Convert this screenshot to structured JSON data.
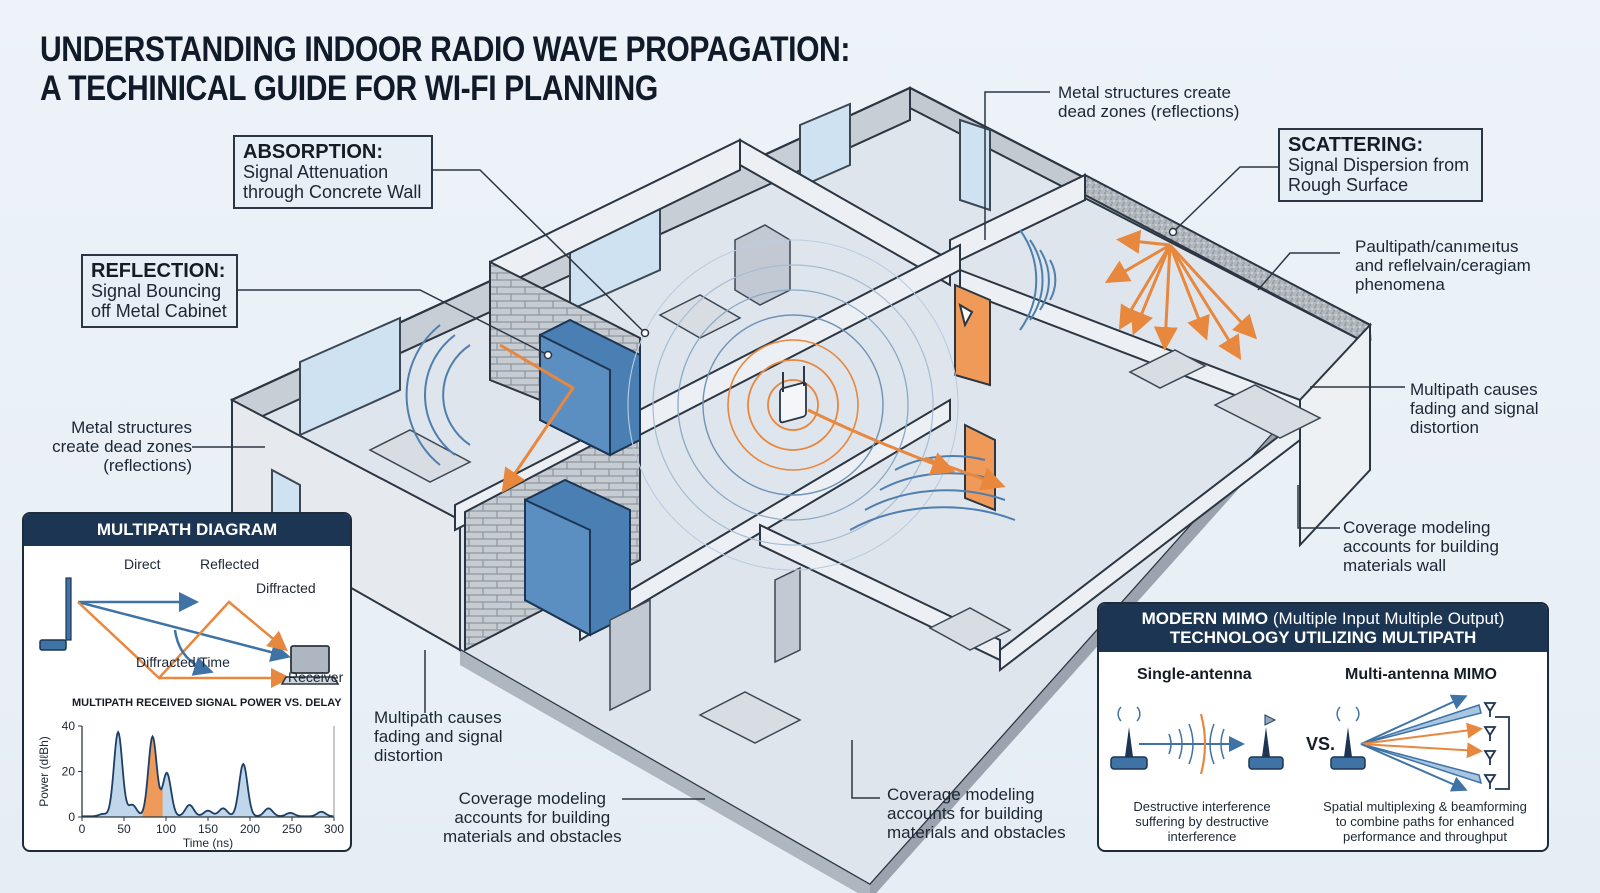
{
  "title": {
    "line1": "UNDERSTANDING INDOOR RADIO WAVE PROPAGATION:",
    "line2": "A TECHINICAL GUIDE FOR WI-FI PLANNING"
  },
  "callouts": {
    "absorption": {
      "head": "ABSORPTION:",
      "line1": "Signal Attenuation",
      "line2": "through Concrete Wall"
    },
    "reflection": {
      "head": "REFLECTION:",
      "line1": "Signal Bouncing",
      "line2": "off Metal Cabinet"
    },
    "scattering": {
      "head": "SCATTERING:",
      "line1": "Signal Dispersion from",
      "line2": "Rough Surface"
    }
  },
  "notes": {
    "metal_top": [
      "Metal structures create",
      "dead zones (reflections)"
    ],
    "metal_left": [
      "Metal structures",
      "create dead zones",
      "(reflections)"
    ],
    "paultipath": [
      "Paultipath/canımeıtus",
      "and reflelvain/ceragiam",
      "phenomena"
    ],
    "multipath_right": [
      "Multipath causes",
      "fading and signal",
      "distortion"
    ],
    "coverage_right": [
      "Coverage modeling",
      "accounts for building",
      "materials wall"
    ],
    "multipath_bottom": [
      "Multipath causes",
      "fading and signal",
      "distortion"
    ],
    "coverage_bottom_left": [
      "Coverage modeling",
      "accounts for building",
      "materials and obstacles"
    ],
    "coverage_bottom_mid": [
      "Coverage modeling",
      "accounts for building",
      "materials and obstacles"
    ]
  },
  "multipath_panel": {
    "title": "MULTIPATH DIAGRAM",
    "labels": {
      "direct": "Direct",
      "reflected": "Reflected",
      "diffracted": "Diffracted",
      "diffracted_time": "Diffracted Time",
      "receiver": "Receiver"
    },
    "icons": [
      "router-icon",
      "laptop-icon"
    ]
  },
  "mimo_panel": {
    "title_bold": "MODERN MIMO",
    "title_light": "(Multiple Input Multiple Output)",
    "title_line2": "TECHNOLOGY UTILIZING MULTIPATH",
    "single_title": "Single-antenna",
    "multi_title": "Multi-antenna MIMO",
    "vs": "VS.",
    "single_caption": [
      "Destructive interference",
      "suffering by destructive",
      "interference"
    ],
    "multi_caption": [
      "Spatial multiplexing & beamforming",
      "to combine paths for enhanced",
      "performance and throughput"
    ]
  },
  "colors": {
    "navy": "#1b3553",
    "blue": "#3f73a6",
    "orange": "#e8873e",
    "wall": "#d3d9e1",
    "floor": "#dfe5ec",
    "cabinet": "#4a7fb3",
    "door": "#ef9a58"
  },
  "chart_data": {
    "type": "area",
    "title": "MULTIPATH RECEIVED SIGNAL POWER VS. DELAY",
    "xlabel": "Time (ns)",
    "ylabel": "Power (dℓBh)",
    "xlim": [
      0,
      300
    ],
    "ylim": [
      0,
      40
    ],
    "xticks": [
      0,
      50,
      100,
      150,
      200,
      250,
      300
    ],
    "yticks": [
      0,
      20,
      40
    ],
    "grid": false,
    "peaks": [
      {
        "t": 25,
        "power": 1,
        "highlight": false
      },
      {
        "t": 43,
        "power": 37,
        "highlight": false
      },
      {
        "t": 60,
        "power": 5,
        "highlight": false
      },
      {
        "t": 84,
        "power": 35,
        "highlight": true
      },
      {
        "t": 101,
        "power": 19,
        "highlight": false
      },
      {
        "t": 128,
        "power": 5,
        "highlight": false
      },
      {
        "t": 150,
        "power": 2.5,
        "highlight": false
      },
      {
        "t": 168,
        "power": 3.5,
        "highlight": false
      },
      {
        "t": 192,
        "power": 23,
        "highlight": false
      },
      {
        "t": 222,
        "power": 3.5,
        "highlight": false
      },
      {
        "t": 248,
        "power": 1.5,
        "highlight": false
      },
      {
        "t": 285,
        "power": 2,
        "highlight": false
      }
    ]
  }
}
